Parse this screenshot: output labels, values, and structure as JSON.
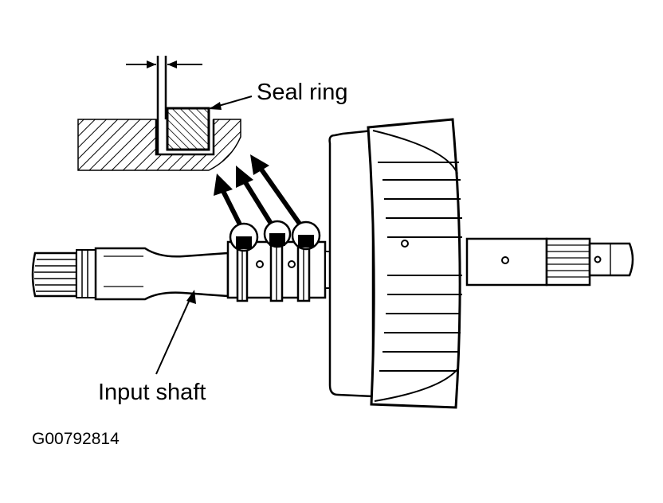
{
  "labels": {
    "seal_ring": "Seal ring",
    "input_shaft": "Input shaft",
    "figure_code": "G00792814"
  },
  "colors": {
    "ink": "#000000",
    "paper": "#ffffff"
  }
}
